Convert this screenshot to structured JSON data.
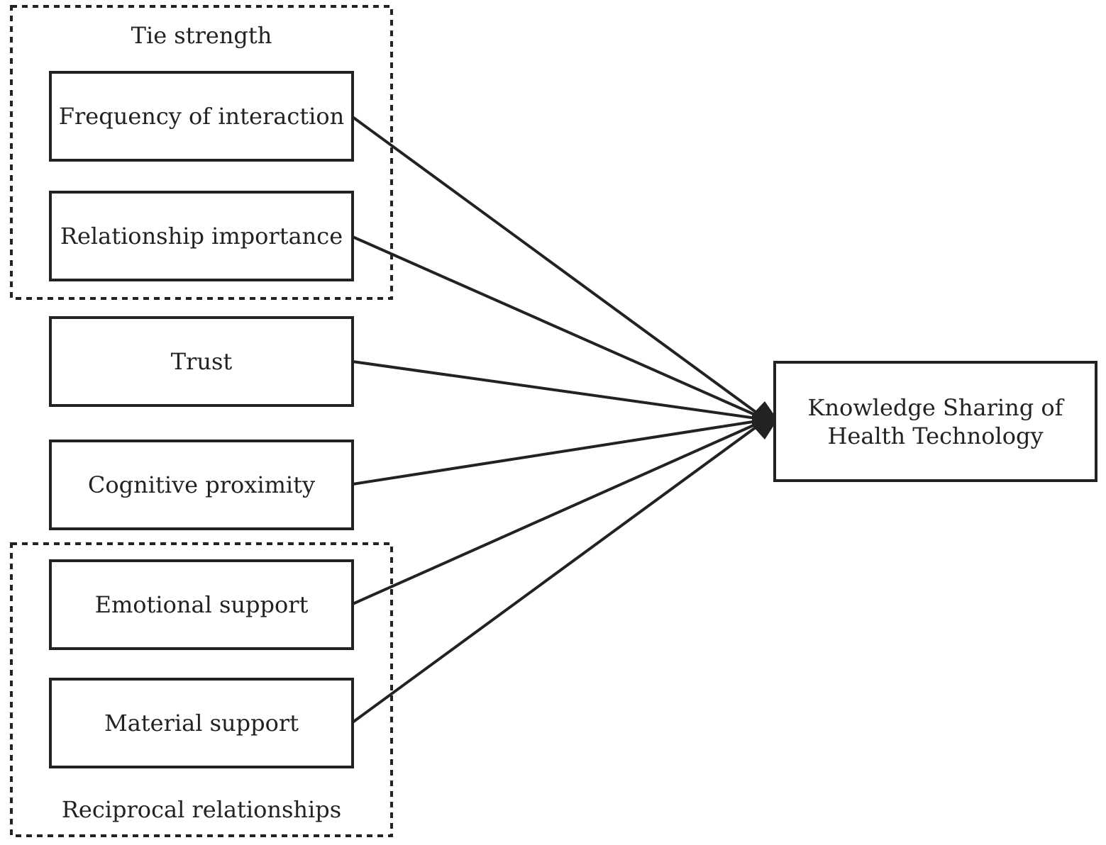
{
  "groups": {
    "tie_strength": "Tie strength",
    "reciprocal_relationships": "Reciprocal relationships"
  },
  "nodes": {
    "frequency": "Frequency of interaction",
    "relationship": "Relationship importance",
    "trust": "Trust",
    "cognitive": "Cognitive proximity",
    "emotional": "Emotional support",
    "material": "Material support"
  },
  "target": {
    "line1": "Knowledge Sharing of",
    "line2": "Health Technology"
  },
  "colors": {
    "stroke": "#222222",
    "background": "#ffffff"
  }
}
